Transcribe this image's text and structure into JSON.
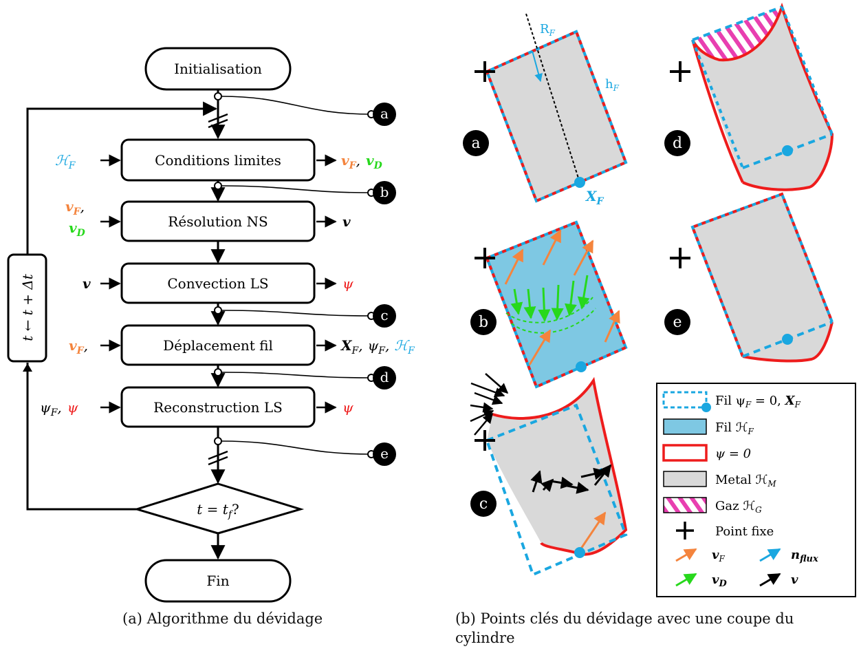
{
  "flowchart": {
    "start": "Initialisation",
    "end": "Fin",
    "decision": "t = t",
    "decision_sub": "f",
    "decision_q": "?",
    "loop_label": "t ← t + Δt",
    "steps": [
      {
        "label": "Conditions limites"
      },
      {
        "label": "Résolution NS"
      },
      {
        "label": "Convection LS"
      },
      {
        "label": "Déplacement fil"
      },
      {
        "label": "Reconstruction LS"
      }
    ],
    "markers": [
      "a",
      "b",
      "c",
      "d",
      "e"
    ],
    "io": {
      "cl_in": "ℋ",
      "cl_in_sub": "F",
      "cl_out1": "v",
      "cl_out1_sub": "F",
      "cl_sep": ",",
      "cl_out2": "v",
      "cl_out2_sub": "D",
      "ns_in1": "v",
      "ns_in1_sub": "F",
      "ns_in1_sep": ",",
      "ns_in2": "v",
      "ns_in2_sub": "D",
      "ns_out": "v",
      "conv_in": "v",
      "conv_out": "ψ",
      "dep_in": "v",
      "dep_in_sub": "F",
      "dep_in_sep": ",",
      "dep_out1": "X",
      "dep_out1_sub": "F",
      "dep_sep1": ",",
      "dep_out2": "ψ",
      "dep_out2_sub": "F",
      "dep_sep2": ",",
      "dep_out3": "ℋ",
      "dep_out3_sub": "F",
      "rec_in1": "ψ",
      "rec_in1_sub": "F",
      "rec_in_sep": ",",
      "rec_in2": "ψ",
      "rec_out": "ψ"
    }
  },
  "panels": {
    "labels": [
      "a",
      "b",
      "c",
      "d",
      "e"
    ],
    "RF": "R",
    "RF_sub": "F",
    "hF": "h",
    "hF_sub": "F",
    "XF": "X",
    "XF_sub": "F"
  },
  "legend": {
    "items": [
      {
        "text": "Fil ψ",
        "sub": "F",
        "rest": " = 0, ",
        "extra": "X",
        "extra_sub": "F"
      },
      {
        "text": "Fil ℋ",
        "sub": "F"
      },
      {
        "text": "ψ = 0",
        "sub": ""
      },
      {
        "text": "Metal ℋ",
        "sub": "M"
      },
      {
        "text": "Gaz ℋ",
        "sub": "G"
      },
      {
        "text": "Point fixe",
        "sub": ""
      }
    ],
    "arrows": [
      {
        "name": "v",
        "sub": "F"
      },
      {
        "name": "n",
        "sub": "flux"
      },
      {
        "name": "v",
        "sub": "D"
      },
      {
        "name": "v",
        "sub": ""
      }
    ]
  },
  "captions": {
    "a": "(a) Algorithme du dévidage",
    "b": "(b) Points clés du dévidage avec une coupe du cylindre"
  },
  "colors": {
    "blue": "#1aa7e0",
    "red": "#ee1c1c",
    "orange": "#f4843d",
    "green": "#27d81c",
    "gray_fill": "#d9d9d9",
    "wire_fill": "#7ec8e3",
    "pink": "#e83fb0"
  }
}
